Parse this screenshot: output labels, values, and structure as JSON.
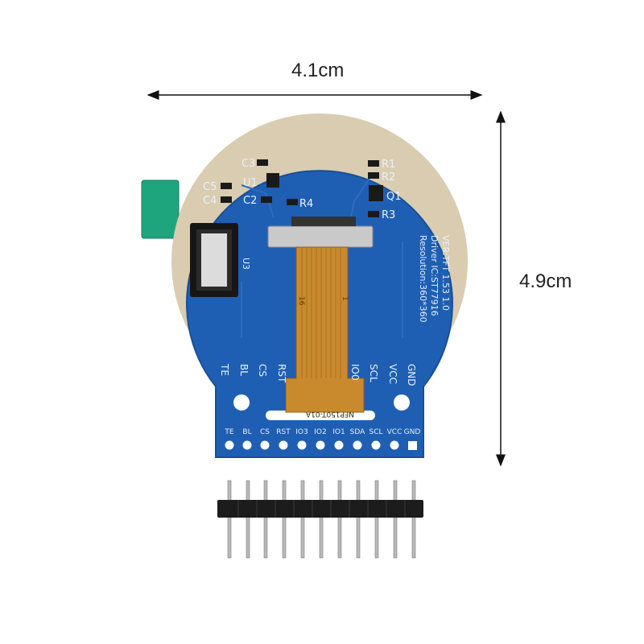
{
  "dimensions": {
    "width_label": "4.1cm",
    "height_label": "4.9cm"
  },
  "board": {
    "colors": {
      "pcb": "#1e5fb3",
      "pcb_dark": "#174e96",
      "flex": "#c98a2e",
      "tab": "#1fa57e",
      "silk": "#e8f0ff"
    },
    "info_lines": [
      "VER:TFT 1.53 1.0",
      "Driver IC:ST77916",
      "Resolution:360*360"
    ],
    "components": [
      "C3",
      "U1",
      "C5",
      "C4",
      "C2",
      "R4",
      "R1",
      "R2",
      "Q1",
      "R3",
      "U3"
    ],
    "flex_label": "NFP150T-01A",
    "flex_marks": [
      "16",
      "1"
    ],
    "upper_pin_labels": [
      "TE",
      "BL",
      "CS",
      "RST",
      "IO0",
      "SCL",
      "VCC",
      "GND"
    ],
    "bottom_pin_labels": [
      "TE",
      "BL",
      "CS",
      "RST",
      "IO3",
      "IO2",
      "IO1",
      "SDA",
      "SCL",
      "VCC",
      "GND"
    ]
  },
  "header_pins": {
    "count": 11,
    "housing_color": "#1c1c1c",
    "pin_color": "#b9b9b9"
  }
}
